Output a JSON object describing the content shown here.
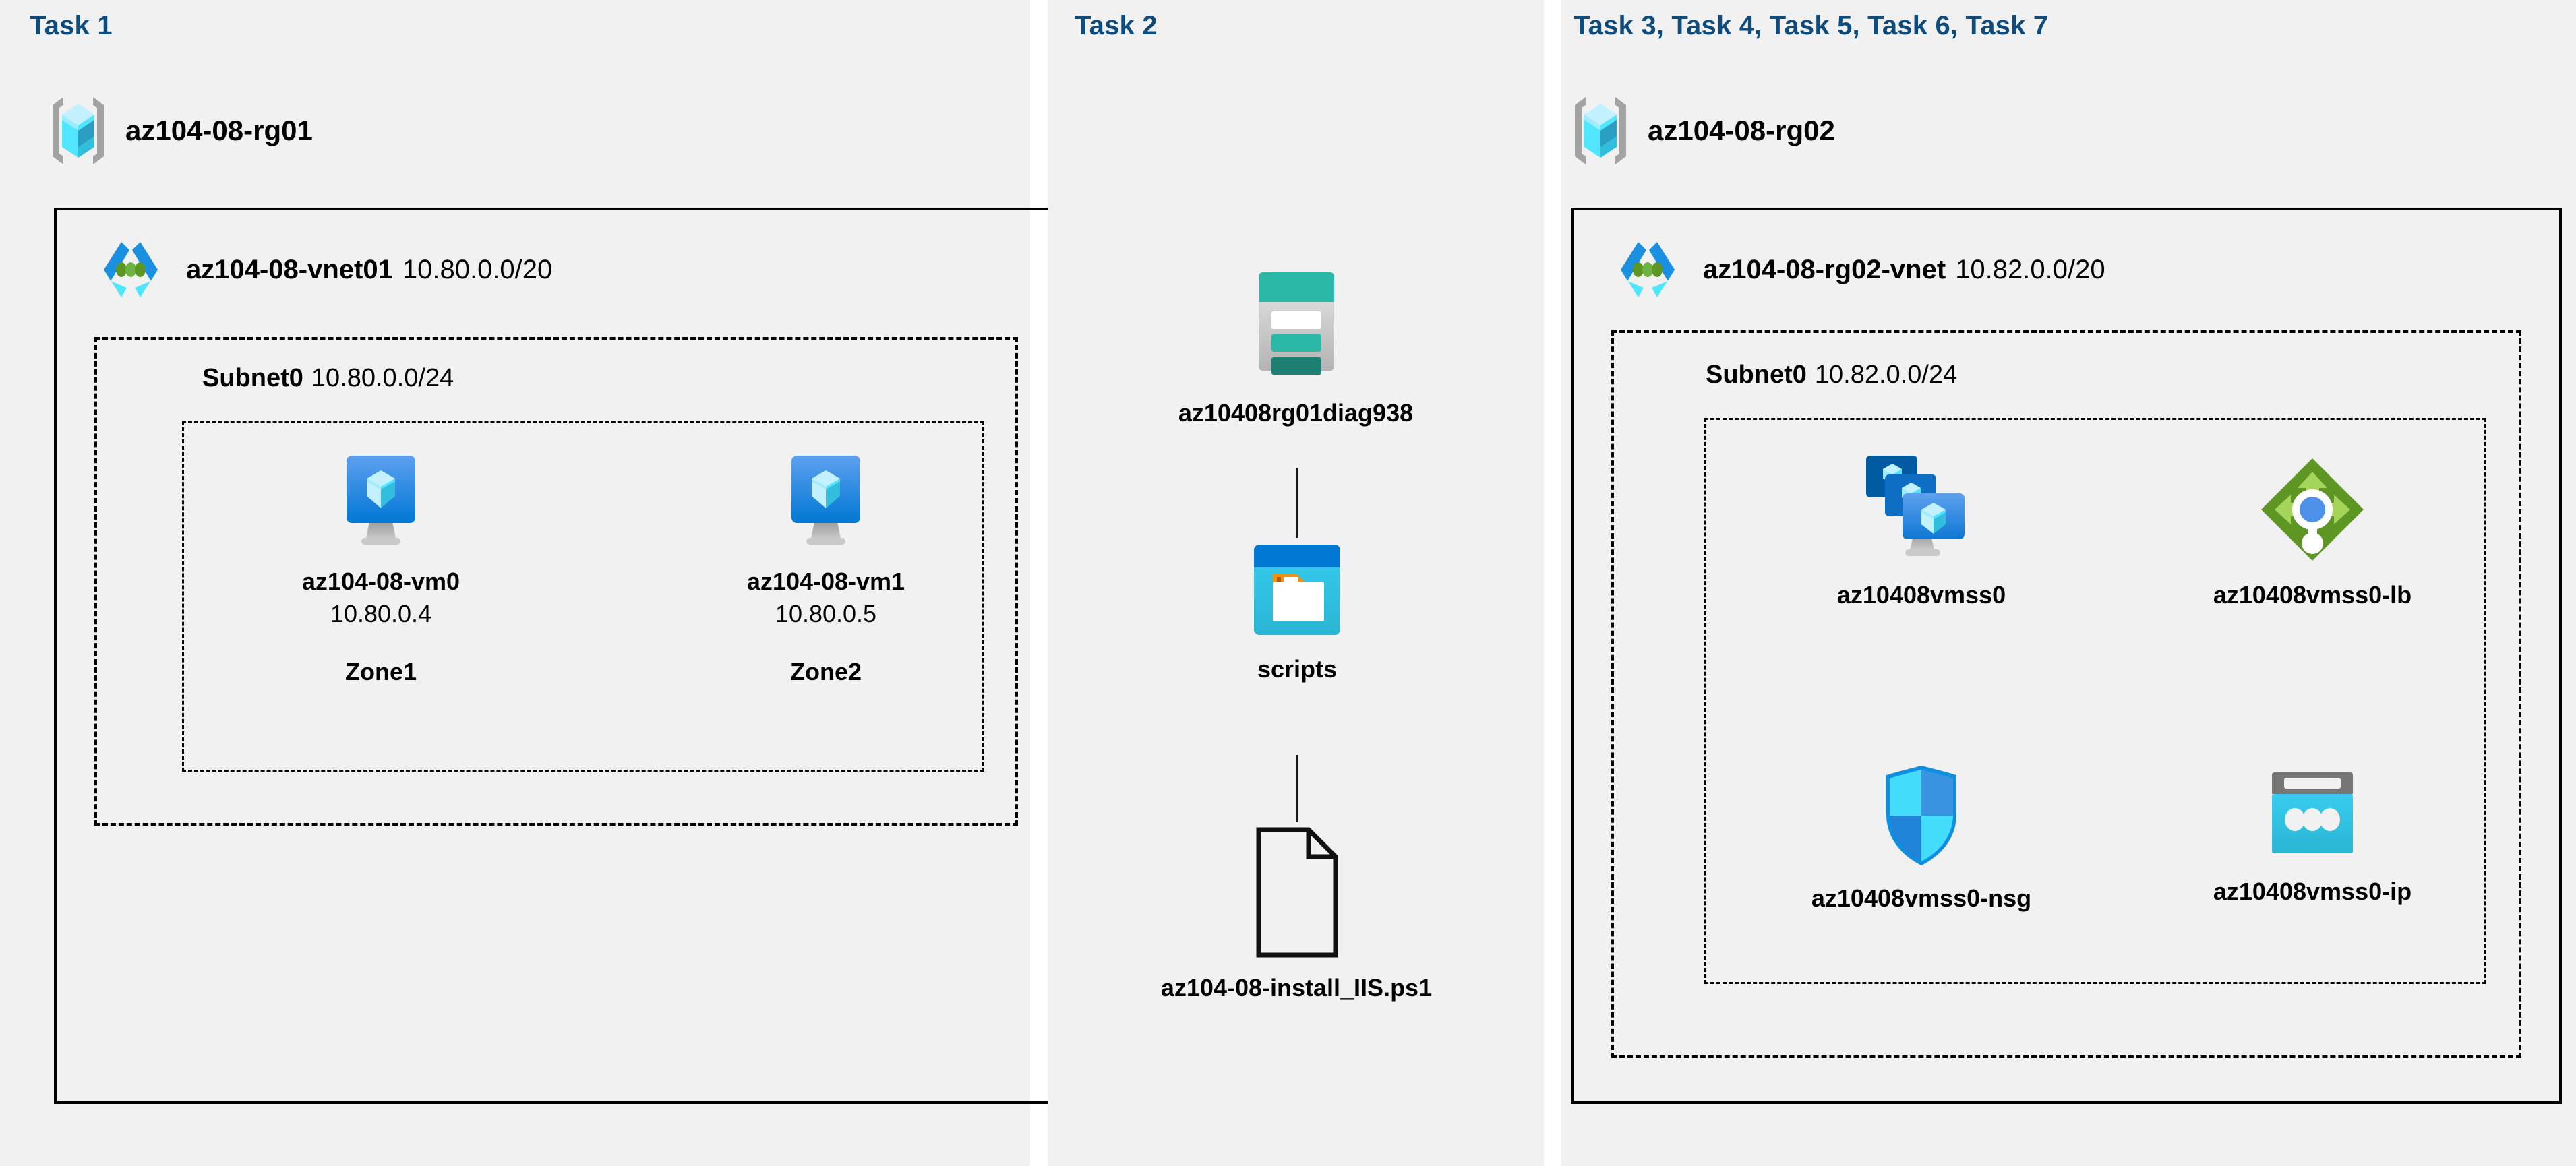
{
  "panels": [
    {
      "title": "Task 1"
    },
    {
      "title": "Task 2"
    },
    {
      "title": "Task 3, Task 4, Task 5, Task 6, Task 7"
    }
  ],
  "task1": {
    "resource_group": {
      "name": "az104-08-rg01",
      "icon": "resource-group-icon"
    },
    "vnet": {
      "name": "az104-08-vnet01",
      "cidr": "10.80.0.0/20",
      "icon": "virtual-network-icon"
    },
    "subnet": {
      "name": "Subnet0",
      "cidr": "10.80.0.0/24"
    },
    "vms": [
      {
        "name": "az104-08-vm0",
        "ip": "10.80.0.4",
        "zone": "Zone1",
        "icon": "virtual-machine-icon"
      },
      {
        "name": "az104-08-vm1",
        "ip": "10.80.0.5",
        "zone": "Zone2",
        "icon": "virtual-machine-icon"
      }
    ]
  },
  "task2": {
    "storage_account": {
      "name": "az10408rg01diag938",
      "icon": "storage-account-icon"
    },
    "container": {
      "name": "scripts",
      "icon": "blob-container-icon"
    },
    "file": {
      "name": "az104-08-install_IIS.ps1",
      "icon": "file-icon"
    }
  },
  "task3to7": {
    "resource_group": {
      "name": "az104-08-rg02",
      "icon": "resource-group-icon"
    },
    "vnet": {
      "name": "az104-08-rg02-vnet",
      "cidr": "10.82.0.0/20",
      "icon": "virtual-network-icon"
    },
    "subnet": {
      "name": "Subnet0",
      "cidr": "10.82.0.0/24"
    },
    "resources": [
      {
        "name": "az10408vmss0",
        "icon": "vm-scale-set-icon"
      },
      {
        "name": "az10408vmss0-lb",
        "icon": "load-balancer-icon"
      },
      {
        "name": "az10408vmss0-nsg",
        "icon": "network-security-group-icon"
      },
      {
        "name": "az10408vmss0-ip",
        "icon": "public-ip-address-icon"
      }
    ]
  },
  "colors": {
    "task_title": "#0f4c7c",
    "panel_bg": "#f1f1f1",
    "border": "#000000",
    "azure_blue": "#0078d4",
    "cyan": "#32c5f4",
    "teal": "#2bb8a6",
    "green": "#6cb33f",
    "orange": "#f2930d",
    "gray": "#a0a0a0"
  }
}
